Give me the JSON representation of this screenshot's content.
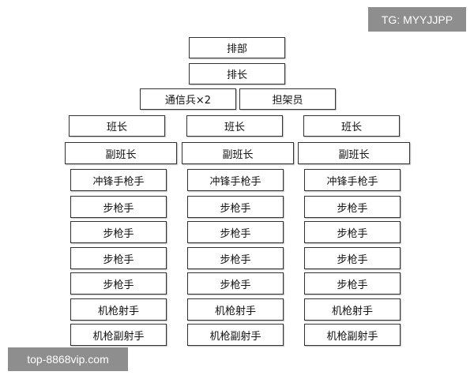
{
  "watermark_top": "TG: MYYJJPP",
  "watermark_bottom": "top-8868vip.com",
  "platoon": {
    "department": "排部",
    "leader": "排长",
    "radioman": "通信兵×2",
    "stretcher": "担架员"
  },
  "squads": [
    {
      "leader": "班长",
      "deputy": "副班长",
      "members": [
        "冲锋手枪手",
        "步枪手",
        "步枪手",
        "步枪手",
        "步枪手",
        "机枪射手",
        "机枪副射手"
      ]
    },
    {
      "leader": "班长",
      "deputy": "副班长",
      "members": [
        "冲锋手枪手",
        "步枪手",
        "步枪手",
        "步枪手",
        "步枪手",
        "机枪射手",
        "机枪副射手"
      ]
    },
    {
      "leader": "班长",
      "deputy": "副班长",
      "members": [
        "冲锋手枪手",
        "步枪手",
        "步枪手",
        "步枪手",
        "步枪手",
        "机枪射手",
        "机枪副射手"
      ]
    }
  ]
}
